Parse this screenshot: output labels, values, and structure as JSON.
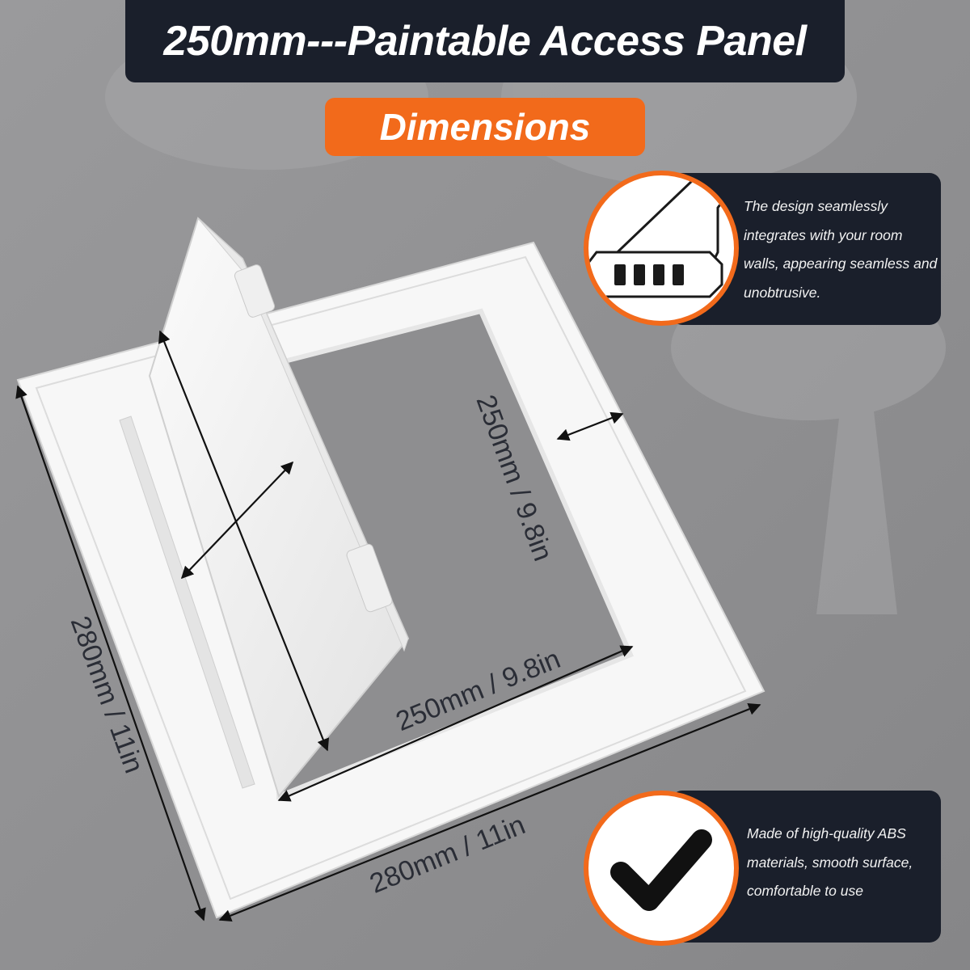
{
  "header": {
    "title": "250mm---Paintable Access Panel"
  },
  "section": {
    "label": "Dimensions"
  },
  "features": [
    {
      "icon": "profile-section-icon",
      "text": "The design seamlessly integrates with your room walls, appearing seamless and unobtrusive."
    },
    {
      "icon": "checkmark-icon",
      "text": "Made of high-quality ABS materials, smooth surface, comfortable to use"
    }
  ],
  "dimensions": {
    "opening_height": "250mm / 9.8in",
    "opening_width": "250mm / 9.8in",
    "outer_height": "280mm / 11in",
    "outer_width": "280mm / 11in"
  },
  "colors": {
    "accent": "#f26a1b",
    "dark": "#1a1f2b",
    "background": "#8f8f91",
    "panel": "#f4f4f4"
  }
}
